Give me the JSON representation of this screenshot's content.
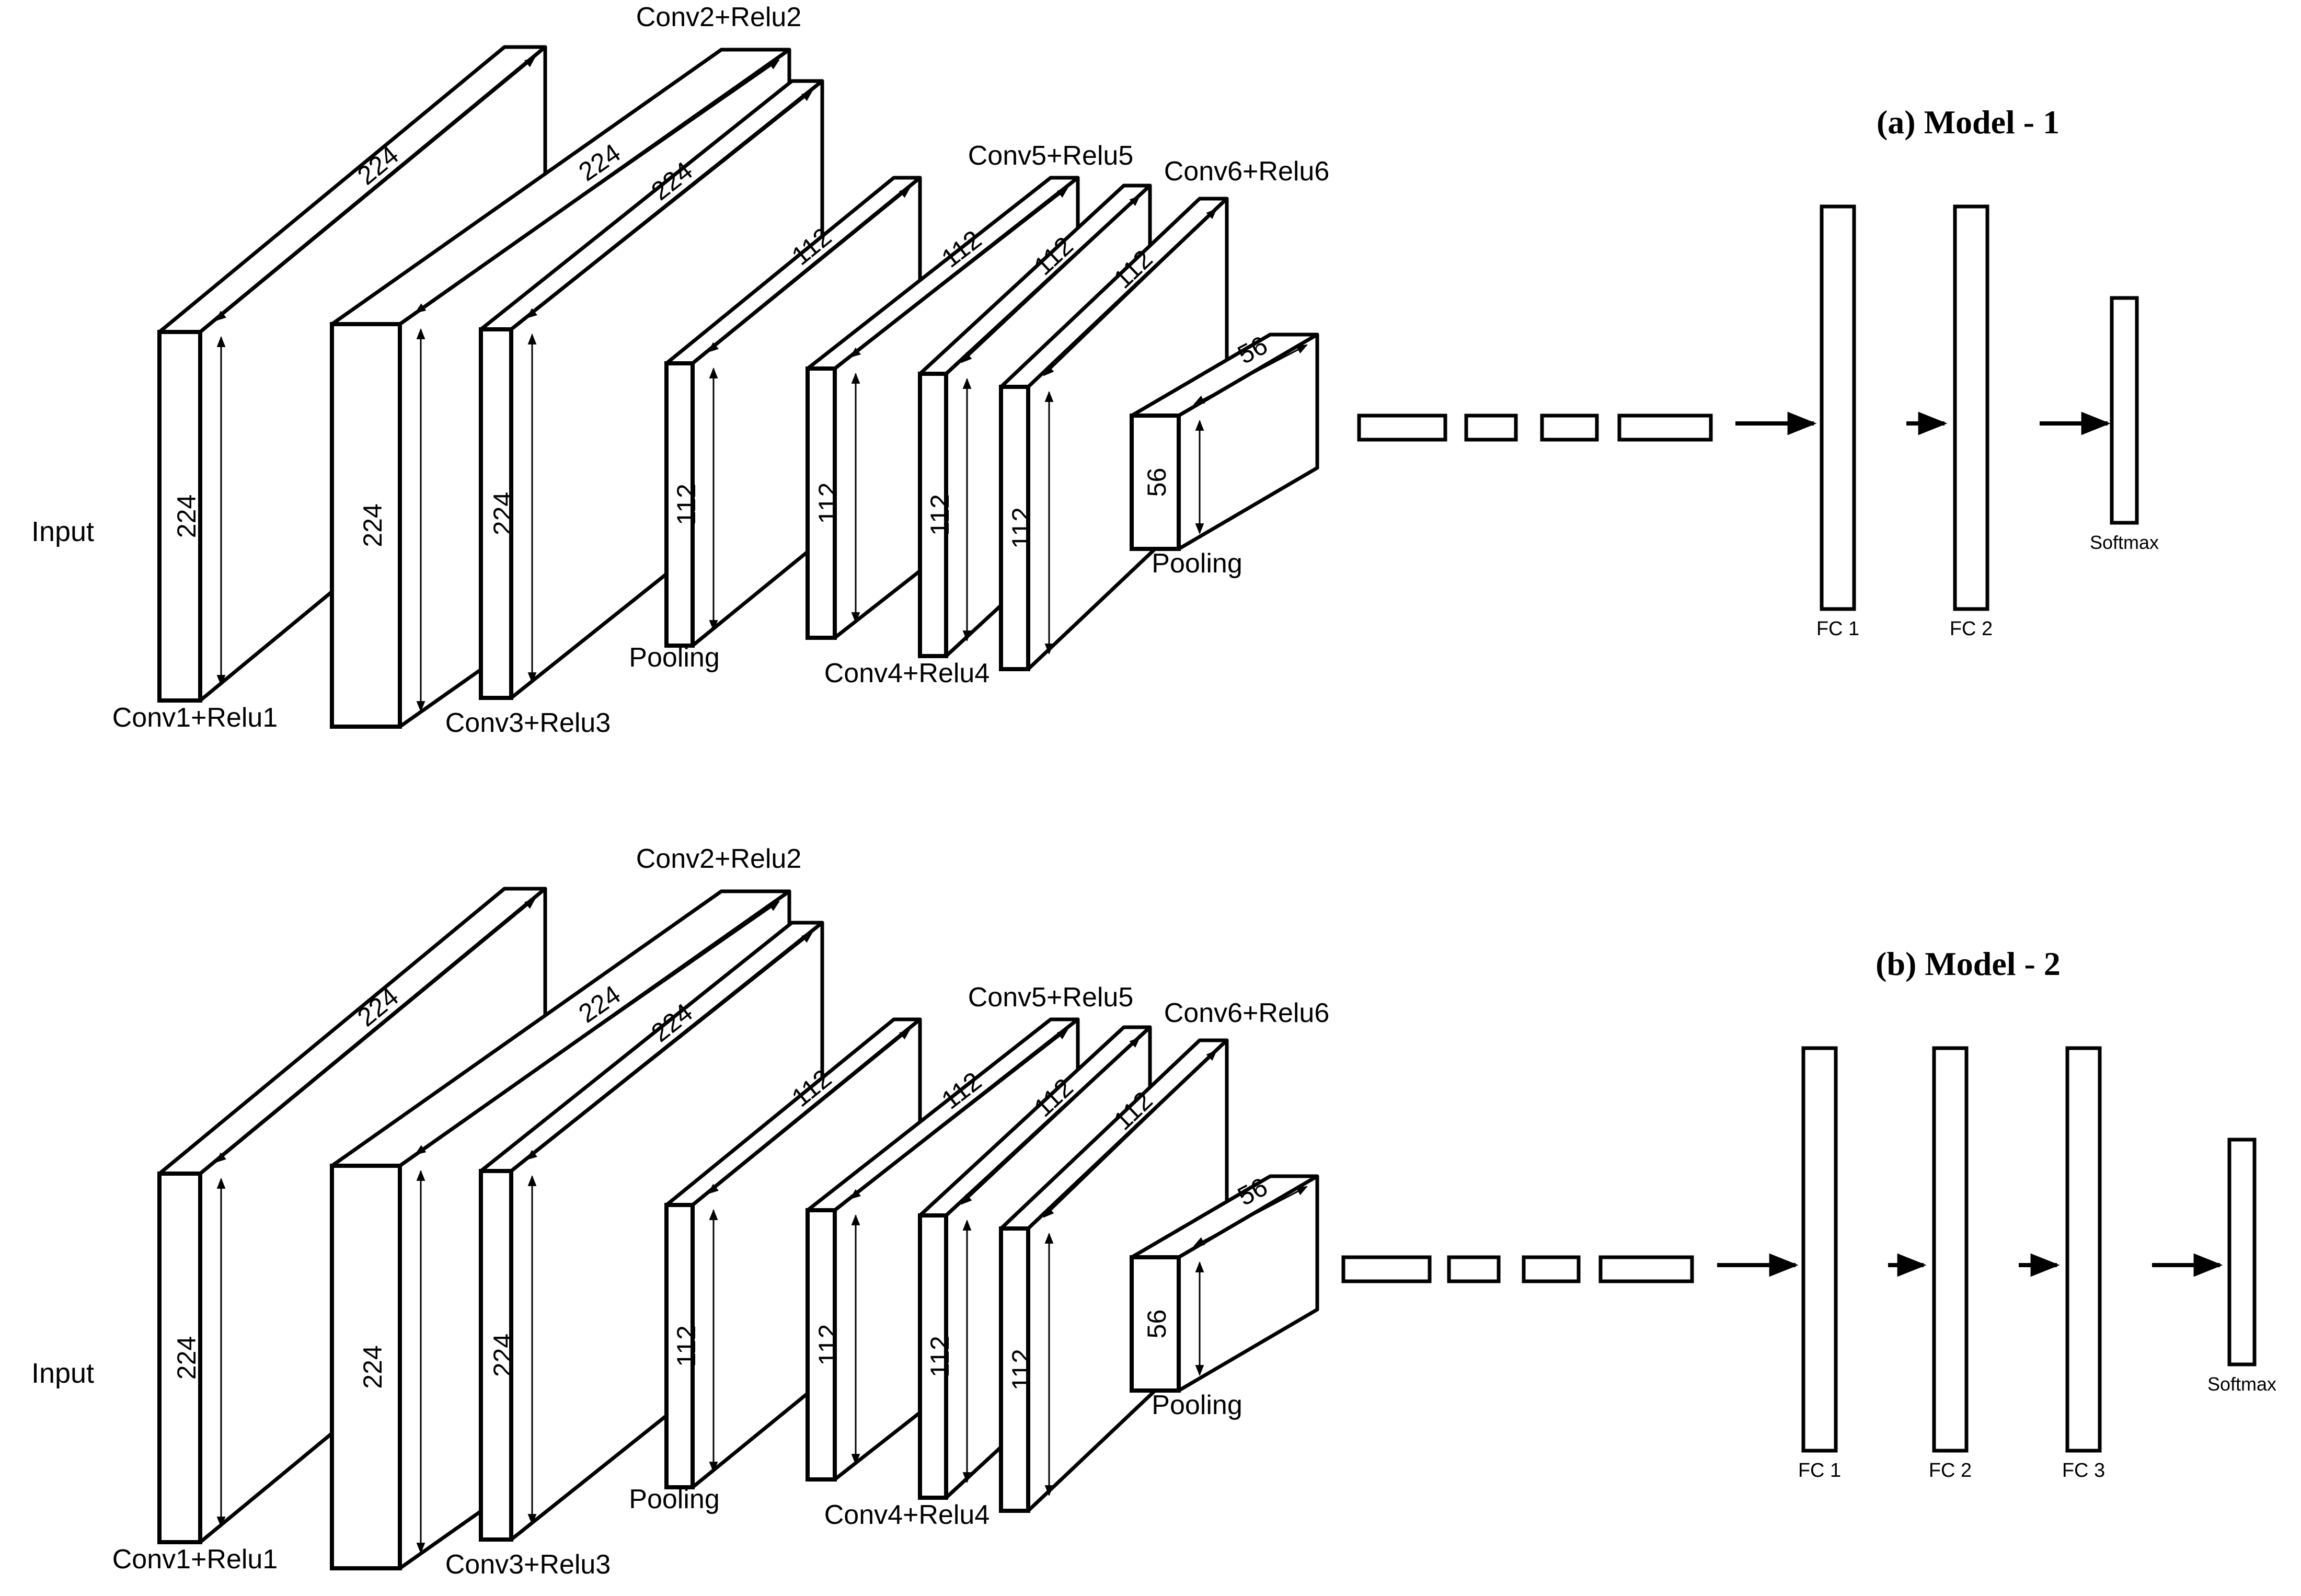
{
  "models": [
    {
      "title": "(a) Model - 1",
      "input_label": "Input",
      "blocks": [
        {
          "label": "Conv1+Relu1",
          "depth_dim": "224",
          "height_dim": "224"
        },
        {
          "label": "Conv2+Relu2",
          "depth_dim": "224",
          "height_dim": "224"
        },
        {
          "label": "Conv3+Relu3",
          "depth_dim": "224",
          "height_dim": "224"
        },
        {
          "label": "Pooling",
          "depth_dim": "112",
          "height_dim": "112"
        },
        {
          "label": "Conv4+Relu4",
          "depth_dim": "112",
          "height_dim": "112"
        },
        {
          "label": "Conv5+Relu5",
          "depth_dim": "112",
          "height_dim": "112"
        },
        {
          "label": "Conv6+Relu6",
          "depth_dim": "112",
          "height_dim": "112"
        },
        {
          "label": "Pooling",
          "depth_dim": "56",
          "height_dim": "56"
        }
      ],
      "fc_layers": [
        "FC 1",
        "FC 2"
      ],
      "softmax_label": "Softmax"
    },
    {
      "title": "(b) Model - 2",
      "input_label": "Input",
      "blocks": [
        {
          "label": "Conv1+Relu1",
          "depth_dim": "224",
          "height_dim": "224"
        },
        {
          "label": "Conv2+Relu2",
          "depth_dim": "224",
          "height_dim": "224"
        },
        {
          "label": "Conv3+Relu3",
          "depth_dim": "224",
          "height_dim": "224"
        },
        {
          "label": "Pooling",
          "depth_dim": "112",
          "height_dim": "112"
        },
        {
          "label": "Conv4+Relu4",
          "depth_dim": "112",
          "height_dim": "112"
        },
        {
          "label": "Conv5+Relu5",
          "depth_dim": "112",
          "height_dim": "112"
        },
        {
          "label": "Conv6+Relu6",
          "depth_dim": "112",
          "height_dim": "112"
        },
        {
          "label": "Pooling",
          "depth_dim": "56",
          "height_dim": "56"
        }
      ],
      "fc_layers": [
        "FC 1",
        "FC 2",
        "FC 3"
      ],
      "softmax_label": "Softmax"
    }
  ],
  "colors": {
    "stroke": "#000000",
    "fill": "#ffffff",
    "text": "#000000"
  }
}
